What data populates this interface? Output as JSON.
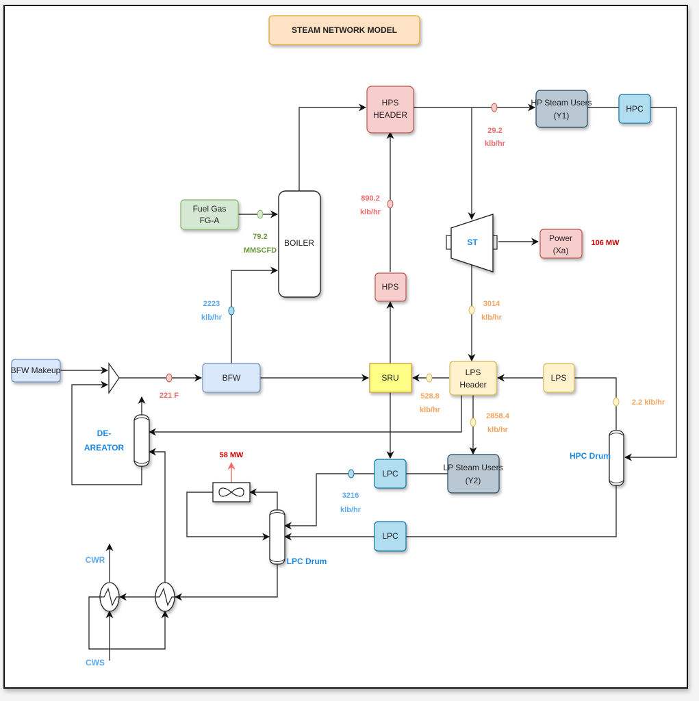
{
  "title": "STEAM NETWORK MODEL",
  "nodes": {
    "hps_header": [
      "HPS",
      "HEADER"
    ],
    "hp_steam_users": [
      "HP Steam Users",
      "(Y1)"
    ],
    "hpc_top": "HPC",
    "fuel_gas": [
      "Fuel Gas",
      "FG-A"
    ],
    "boiler": "BOILER",
    "st": "ST",
    "power": [
      "Power",
      "(Xa)"
    ],
    "hps": "HPS",
    "bfw_makeup": "BFW Makeup",
    "bfw": "BFW",
    "sru": "SRU",
    "lps_header": [
      "LPS",
      "Header"
    ],
    "lps": "LPS",
    "deaerator": [
      "DE-",
      "AREATOR"
    ],
    "lpc_upper": "LPC",
    "lp_steam_users": [
      "LP Steam Users",
      "(Y2)"
    ],
    "hpc_drum": "HPC Drum",
    "lpc_drum": "LPC Drum",
    "lpc_lower": "LPC",
    "cwr": "CWR",
    "cws": "CWS"
  },
  "flows": {
    "hp_users_flow": [
      "29.2",
      "klb/hr"
    ],
    "hps_header_flow": [
      "890.2",
      "klb/hr"
    ],
    "fuel_gas_flow": [
      "79.2",
      "MMSCFD"
    ],
    "power_output": "106 MW",
    "bfw_boiler_flow": [
      "2223",
      "klb/hr"
    ],
    "st_exhaust_flow": [
      "3014",
      "klb/hr"
    ],
    "bfw_temp": "221 F",
    "sru_lps_flow": [
      "528.8",
      "klb/hr"
    ],
    "lp_users_flow": [
      "2858.4",
      "klb/hr"
    ],
    "lps_flow": "2.2 klb/hr",
    "air_cooler_duty": "58 MW",
    "lpc_flow": [
      "3216",
      "klb/hr"
    ]
  },
  "colors": {
    "red_label": "#f06a6a",
    "green_label": "#6a9a3c",
    "blue_label": "#5aaaf0",
    "orange_label": "#f4a460",
    "blue_title": "#1e88e5",
    "dark_red": "#cc0000"
  }
}
